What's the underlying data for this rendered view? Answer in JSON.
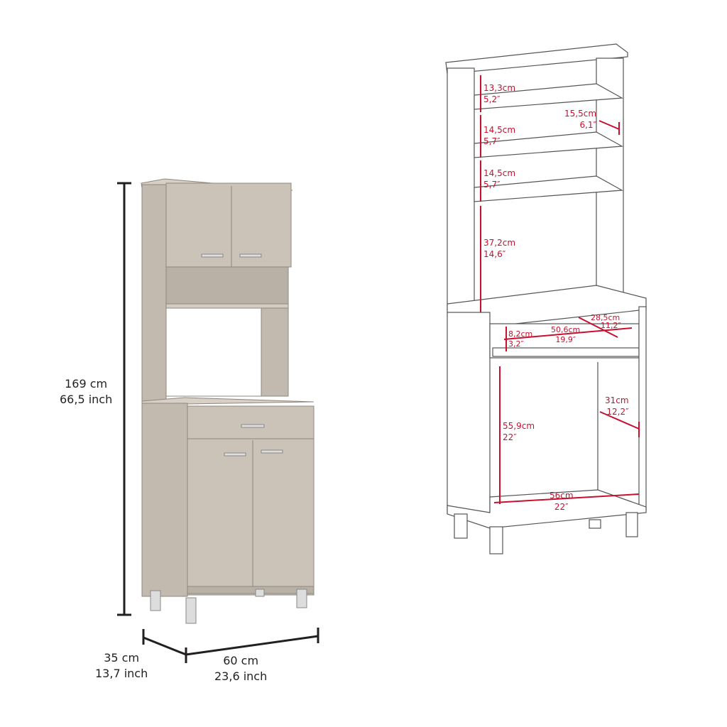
{
  "colors": {
    "dimension_red": "#c8102e",
    "wood": "#c9c0b6",
    "outline": "#231f20"
  },
  "overall": {
    "height_cm": "169 cm",
    "height_in": "66,5 inch",
    "depth_cm": "35 cm",
    "depth_in": "13,7 inch",
    "width_cm": "60 cm",
    "width_in": "23,6 inch"
  },
  "detail": [
    {
      "cm": "13,3cm",
      "in": "5,2″"
    },
    {
      "cm": "14,5cm",
      "in": "5,7″"
    },
    {
      "cm": "14,5cm",
      "in": "5,7″"
    },
    {
      "cm": "37,2cm",
      "in": "14,6″"
    },
    {
      "cm": "15,5cm",
      "in": "6,1″"
    },
    {
      "cm": "28,5cm",
      "in": "11,2″"
    },
    {
      "cm": "8,2cm",
      "in": "3,2″"
    },
    {
      "cm": "50,6cm",
      "in": "19,9″"
    },
    {
      "cm": "55,9cm",
      "in": "22″"
    },
    {
      "cm": "31cm",
      "in": "12,2″"
    },
    {
      "cm": "56cm",
      "in": "22″"
    }
  ]
}
